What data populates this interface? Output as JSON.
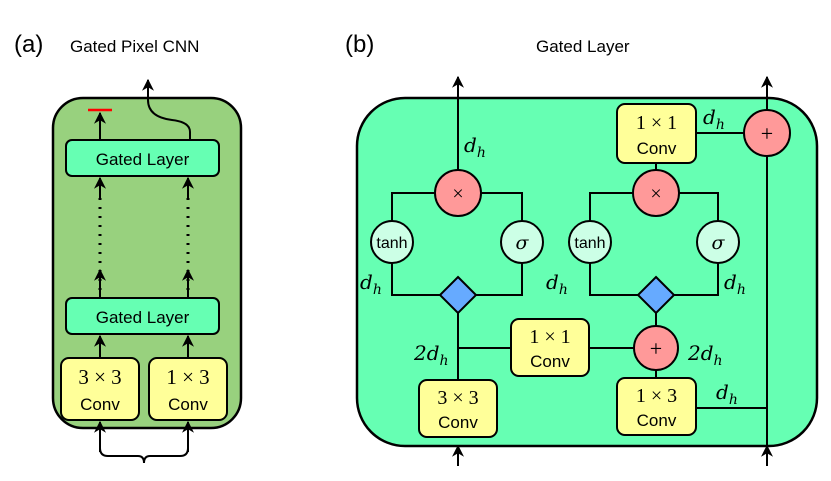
{
  "panel_a": {
    "tag": "(a)",
    "title": "Gated Pixel CNN",
    "top_layer_label": "Gated Layer",
    "bottom_layer_label": "Gated Layer",
    "conv_left": {
      "size": "3 × 3",
      "label": "Conv"
    },
    "conv_right": {
      "size": "1 × 3",
      "label": "Conv"
    },
    "colors": {
      "container": "#98d17e",
      "layer": "#66ffb3",
      "conv": "#ffff99",
      "red_mark": "#ff0000"
    }
  },
  "panel_b": {
    "tag": "(b)",
    "title": "Gated Layer",
    "left_gate": {
      "mult": "×",
      "tanh": "tanh",
      "sigma": "σ"
    },
    "right_gate": {
      "mult": "×",
      "tanh": "tanh",
      "sigma": "σ"
    },
    "conv_3x3": {
      "size": "3 × 3",
      "label": "Conv"
    },
    "conv_1x1_mid": {
      "size": "1 × 1",
      "label": "Conv"
    },
    "conv_1x3": {
      "size": "1 × 3",
      "label": "Conv"
    },
    "conv_1x1_top": {
      "size": "1 × 1",
      "label": "Conv"
    },
    "add_mid": "+",
    "add_top": "+",
    "dims": {
      "out_left": "dh",
      "left_tanh": "dh",
      "left_2d": "2dh",
      "mid_dh": "dh",
      "right_sigma": "dh",
      "right_2d": "2dh",
      "conv13_out": "dh",
      "top_right": "dh"
    },
    "colors": {
      "container": "#66ffb3",
      "conv": "#ffff99",
      "op": "#ff9999",
      "nonlin": "#ccffe6",
      "split": "#66aaff"
    }
  }
}
